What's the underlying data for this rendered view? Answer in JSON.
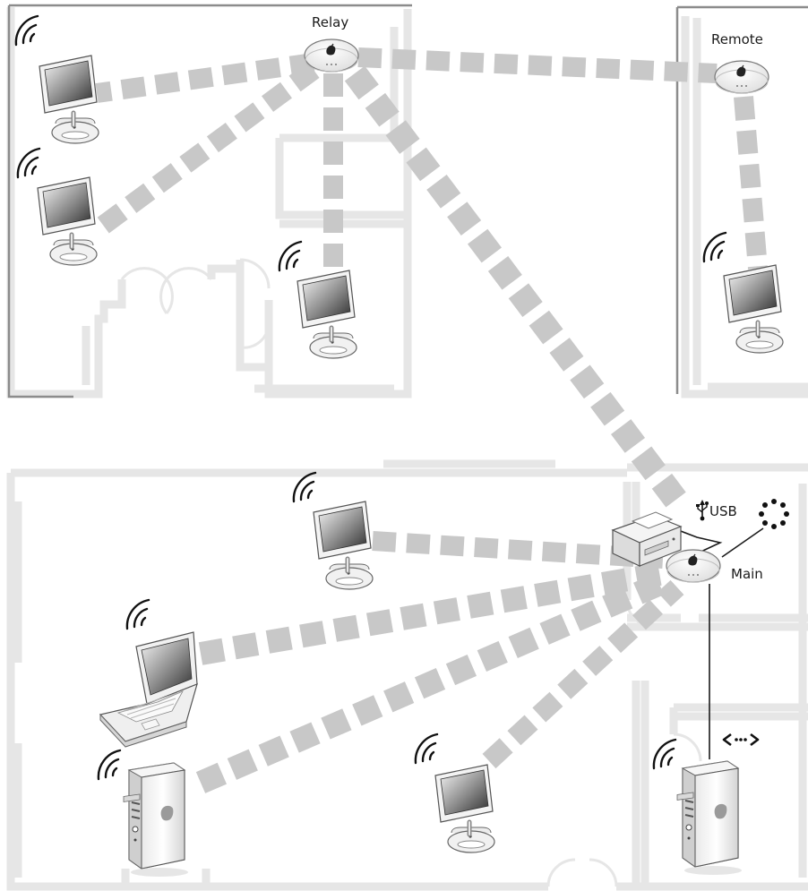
{
  "labels": {
    "relay": "Relay",
    "remote": "Remote",
    "main": "Main",
    "usb": "USB"
  },
  "colors": {
    "wireless_link": "#c8c8c8",
    "wall": "#e6e6e6",
    "cable": "#1a1a1a"
  },
  "icons": {
    "base_station": "airport-base-station-icon",
    "imac": "imac-icon",
    "laptop": "powerbook-icon",
    "tower": "power-mac-tower-icon",
    "printer": "printer-icon",
    "usb": "usb-icon",
    "ethernet": "ethernet-icon",
    "modem": "modem-icon",
    "signal": "wireless-signal-icon"
  }
}
